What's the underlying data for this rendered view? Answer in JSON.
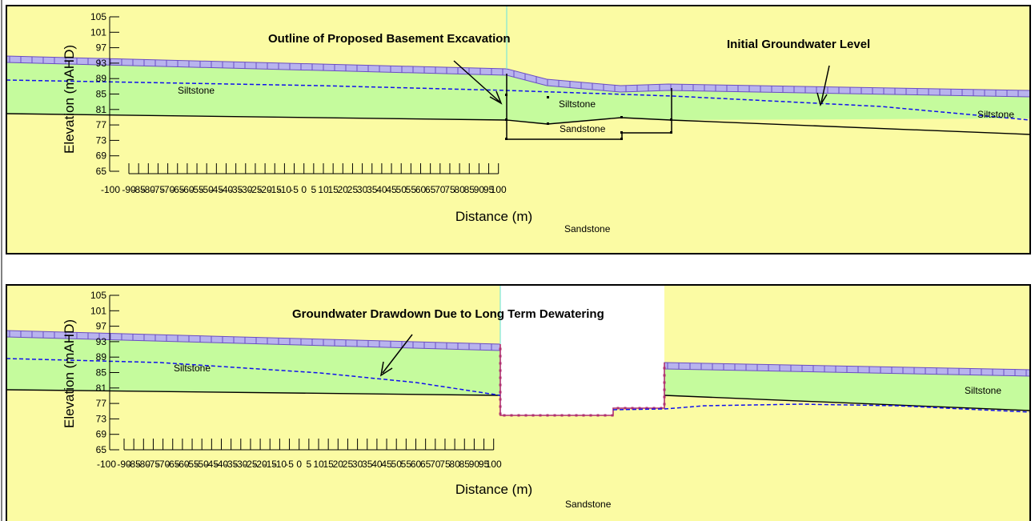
{
  "colors": {
    "siltstone": "#c5fb9d",
    "sandstone": "#fbfba3",
    "groundwater": "#1010ee",
    "surface_band": "#b8b3ee",
    "surface_line": "#6a4cc4",
    "excavation": "#b03070",
    "centerline": "#7ee6d8"
  },
  "panels": [
    {
      "id": "initial",
      "ylabel": "Elevation (mAHD)",
      "xlabel": "Distance (m)",
      "y_ticks": [
        "105",
        "101",
        "97",
        "93",
        "89",
        "85",
        "81",
        "77",
        "73",
        "69",
        "65"
      ],
      "x_ticks": [
        "-100",
        "-90",
        "-85",
        "-80",
        "-75",
        "-70",
        "-65",
        "-60",
        "-55",
        "-50",
        "-45",
        "-40",
        "-35",
        "-30",
        "-25",
        "-20",
        "-15",
        "-10",
        "-5",
        "0",
        "5",
        "10",
        "15",
        "20",
        "25",
        "30",
        "35",
        "40",
        "45",
        "50",
        "55",
        "60",
        "65",
        "70",
        "75",
        "80",
        "85",
        "90",
        "95",
        "100"
      ],
      "callouts": [
        "Outline of Proposed Basement Excavation",
        "Initial Groundwater Level"
      ],
      "material_labels": [
        "Siltstone",
        "Siltstone",
        "Siltstone",
        "Sandstone",
        "Sandstone"
      ],
      "excavated": false
    },
    {
      "id": "dewatering",
      "ylabel": "Elevation (mAHD)",
      "xlabel": "Distance (m)",
      "y_ticks": [
        "105",
        "101",
        "97",
        "93",
        "89",
        "85",
        "81",
        "77",
        "73",
        "69",
        "65"
      ],
      "x_ticks": [
        "-100",
        "-90",
        "-85",
        "-80",
        "-75",
        "-70",
        "-65",
        "-60",
        "-55",
        "-50",
        "-45",
        "-40",
        "-35",
        "-30",
        "-25",
        "-20",
        "-15",
        "-10",
        "-5",
        "0",
        "5",
        "10",
        "15",
        "20",
        "25",
        "30",
        "35",
        "40",
        "45",
        "50",
        "55",
        "60",
        "65",
        "70",
        "75",
        "80",
        "85",
        "90",
        "95",
        "100"
      ],
      "callouts": [
        "Groundwater Drawdown Due to Long Term Dewatering"
      ],
      "material_labels": [
        "Siltstone",
        "Siltstone",
        "Sandstone"
      ],
      "excavated": true
    }
  ]
}
